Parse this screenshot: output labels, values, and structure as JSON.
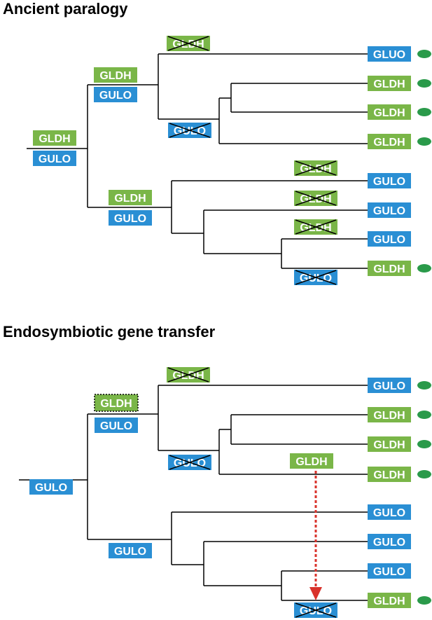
{
  "panels": [
    {
      "title": "Ancient paralogy",
      "tips": [
        {
          "label": "GLUO",
          "kind": "GULO",
          "plastid": true
        },
        {
          "label": "GLDH",
          "kind": "GLDH",
          "plastid": true
        },
        {
          "label": "GLDH",
          "kind": "GLDH",
          "plastid": true
        },
        {
          "label": "GLDH",
          "kind": "GLDH",
          "plastid": true
        },
        {
          "label": "GULO",
          "kind": "GULO",
          "plastid": false
        },
        {
          "label": "GULO",
          "kind": "GULO",
          "plastid": false
        },
        {
          "label": "GULO",
          "kind": "GULO",
          "plastid": false
        },
        {
          "label": "GLDH",
          "kind": "GLDH",
          "plastid": true
        }
      ],
      "node_labels": [
        {
          "label": "GLDH",
          "kind": "GLDH",
          "status": "present"
        },
        {
          "label": "GULO",
          "kind": "GULO",
          "status": "present"
        },
        {
          "label": "GLDH",
          "kind": "GLDH",
          "status": "present"
        },
        {
          "label": "GULO",
          "kind": "GULO",
          "status": "present"
        },
        {
          "label": "GLDH",
          "kind": "GLDH",
          "status": "present"
        },
        {
          "label": "GULO",
          "kind": "GULO",
          "status": "present"
        },
        {
          "label": "GLDH",
          "kind": "GLDH",
          "status": "lost"
        },
        {
          "label": "GULO",
          "kind": "GULO",
          "status": "lost"
        },
        {
          "label": "GLDH",
          "kind": "GLDH",
          "status": "lost"
        },
        {
          "label": "GLDH",
          "kind": "GLDH",
          "status": "lost"
        },
        {
          "label": "GLDH",
          "kind": "GLDH",
          "status": "lost"
        },
        {
          "label": "GULO",
          "kind": "GULO",
          "status": "lost"
        }
      ]
    },
    {
      "title": "Endosymbiotic gene transfer",
      "tips": [
        {
          "label": "GULO",
          "kind": "GULO",
          "plastid": true
        },
        {
          "label": "GLDH",
          "kind": "GLDH",
          "plastid": true
        },
        {
          "label": "GLDH",
          "kind": "GLDH",
          "plastid": true
        },
        {
          "label": "GLDH",
          "kind": "GLDH",
          "plastid": true
        },
        {
          "label": "GULO",
          "kind": "GULO",
          "plastid": false
        },
        {
          "label": "GULO",
          "kind": "GULO",
          "plastid": false
        },
        {
          "label": "GULO",
          "kind": "GULO",
          "plastid": false
        },
        {
          "label": "GLDH",
          "kind": "GLDH",
          "plastid": true
        }
      ],
      "node_labels": [
        {
          "label": "GULO",
          "kind": "GULO",
          "status": "present"
        },
        {
          "label": "GLDH",
          "kind": "GLDH",
          "status": "gained"
        },
        {
          "label": "GULO",
          "kind": "GULO",
          "status": "present"
        },
        {
          "label": "GULO",
          "kind": "GULO",
          "status": "present"
        },
        {
          "label": "GLDH",
          "kind": "GLDH",
          "status": "lost"
        },
        {
          "label": "GULO",
          "kind": "GULO",
          "status": "lost"
        },
        {
          "label": "GLDH",
          "kind": "GLDH",
          "status": "transferred"
        },
        {
          "label": "GULO",
          "kind": "GULO",
          "status": "lost"
        }
      ]
    }
  ],
  "colors": {
    "GLDH": "#7ab648",
    "GULO": "#2a8fd4",
    "plastid": "#2a9a4a",
    "transfer_arrow": "#d9322b",
    "branch": "#000000"
  },
  "icons": {
    "plastid": "green-ellipse-plastid-icon",
    "loss": "cross-out-icon",
    "transfer": "dotted-red-arrow-icon"
  }
}
